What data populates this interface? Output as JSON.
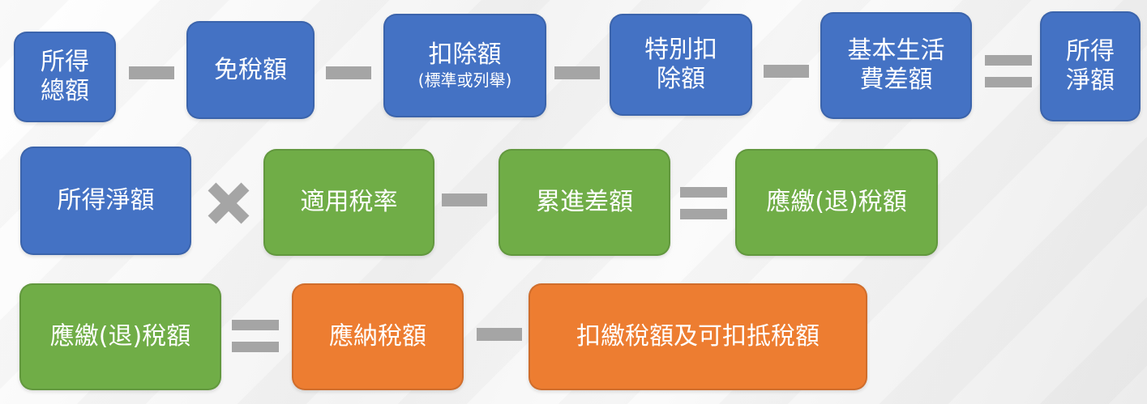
{
  "row1": {
    "gross_income": [
      "所得",
      "總額"
    ],
    "exemption": "免稅額",
    "deduction": {
      "main": "扣除額",
      "sub": "(標準或列舉)"
    },
    "special_deduction": [
      "特別扣",
      "除額"
    ],
    "basic_living_difference": [
      "基本生活",
      "費差額"
    ],
    "net_income": [
      "所得",
      "淨額"
    ]
  },
  "row2": {
    "net_income": "所得淨額",
    "applicable_rate": "適用稅率",
    "progressive_difference": "累進差額",
    "tax_payable_refund": "應繳(退)稅額"
  },
  "row3": {
    "tax_payable_refund": "應繳(退)稅額",
    "tax_due": "應納稅額",
    "withheld_and_credit": "扣繳稅額及可扣抵稅額"
  },
  "colors": {
    "blue": "#4472c4",
    "green": "#70ad47",
    "orange": "#ed7d31",
    "operator": "#a5a5a5"
  }
}
